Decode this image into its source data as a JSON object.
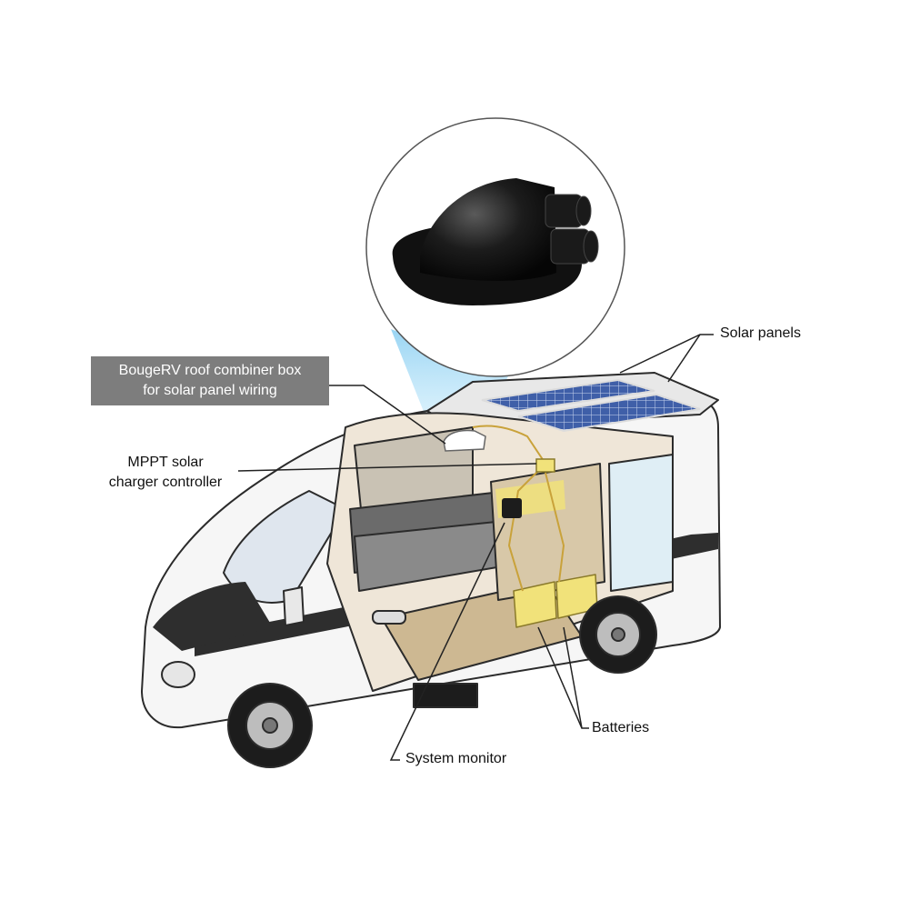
{
  "callouts": {
    "solar_panels": "Solar panels",
    "combiner_box_line1": "BougeRV roof combiner box",
    "combiner_box_line2": "for solar panel wiring",
    "mppt_line1": "MPPT solar",
    "mppt_line2": "charger controller",
    "system_monitor": "System monitor",
    "batteries": "Batteries"
  },
  "colors": {
    "label_box_bg": "#7d7d7d",
    "label_box_text": "#ffffff",
    "highlight_yellow": "#f1e27a",
    "panel_blue": "#3f5fa8",
    "spotlight_blue": "#8ed0f2",
    "van_outline": "#2b2b2b",
    "van_stripe": "#2e2e2e"
  }
}
